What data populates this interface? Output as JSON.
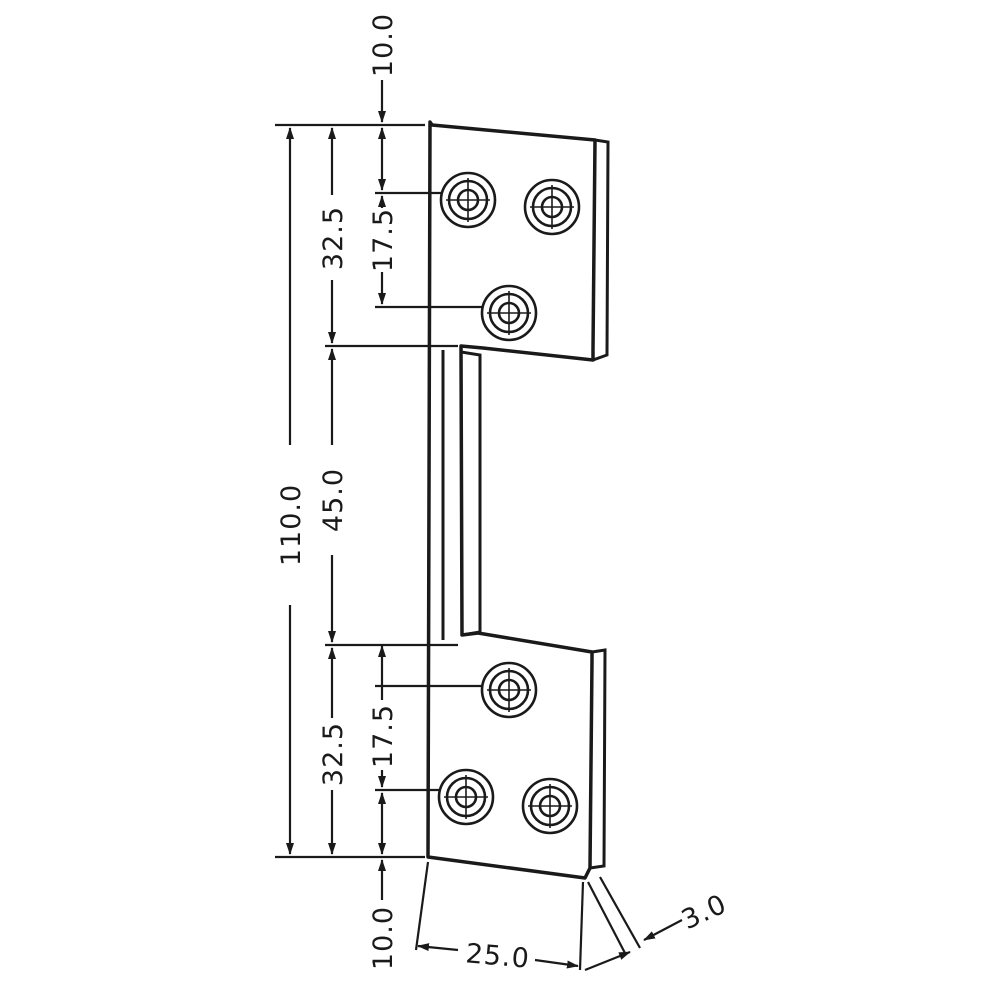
{
  "dimensions": {
    "overall_height": "110.0",
    "top_plate_height": "32.5",
    "neck_length": "45.0",
    "bottom_plate_height": "32.5",
    "top_edge_to_hole": "10.0",
    "top_hole_spacing": "17.5",
    "bottom_hole_spacing": "17.5",
    "bottom_edge_to_hole": "10.0",
    "plate_width": "25.0",
    "thickness": "3.0"
  },
  "colors": {
    "line": "#1a1a1a",
    "background": "#ffffff"
  }
}
